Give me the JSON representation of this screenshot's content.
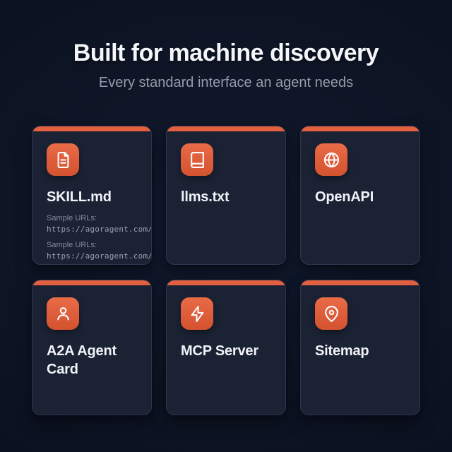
{
  "header": {
    "title": "Built for machine discovery",
    "subtitle": "Every standard interface an agent needs"
  },
  "colors": {
    "accent_orange": "#e2603f",
    "page_background": "#0d1424",
    "card_background": "#1a2234",
    "card_border": "#2e3750",
    "title_text": "#f4f6fa",
    "subtitle_text": "#949cac",
    "muted_label": "#848d9e",
    "url_text": "#98a1b2"
  },
  "cards": [
    {
      "title": "SKILL.md",
      "icon": "file-text-icon",
      "samples": [
        {
          "label": "Sample URLs:",
          "url": "https://agoragent.com/"
        },
        {
          "label": "Sample URLs:",
          "url": "https://agoragent.com/"
        }
      ]
    },
    {
      "title": "llms.txt",
      "icon": "book-icon"
    },
    {
      "title": "OpenAPI",
      "icon": "globe-icon"
    },
    {
      "title": "A2A Agent Card",
      "icon": "user-icon"
    },
    {
      "title": "MCP Server",
      "icon": "lightning-icon"
    },
    {
      "title": "Sitemap",
      "icon": "location-pin-icon"
    }
  ]
}
